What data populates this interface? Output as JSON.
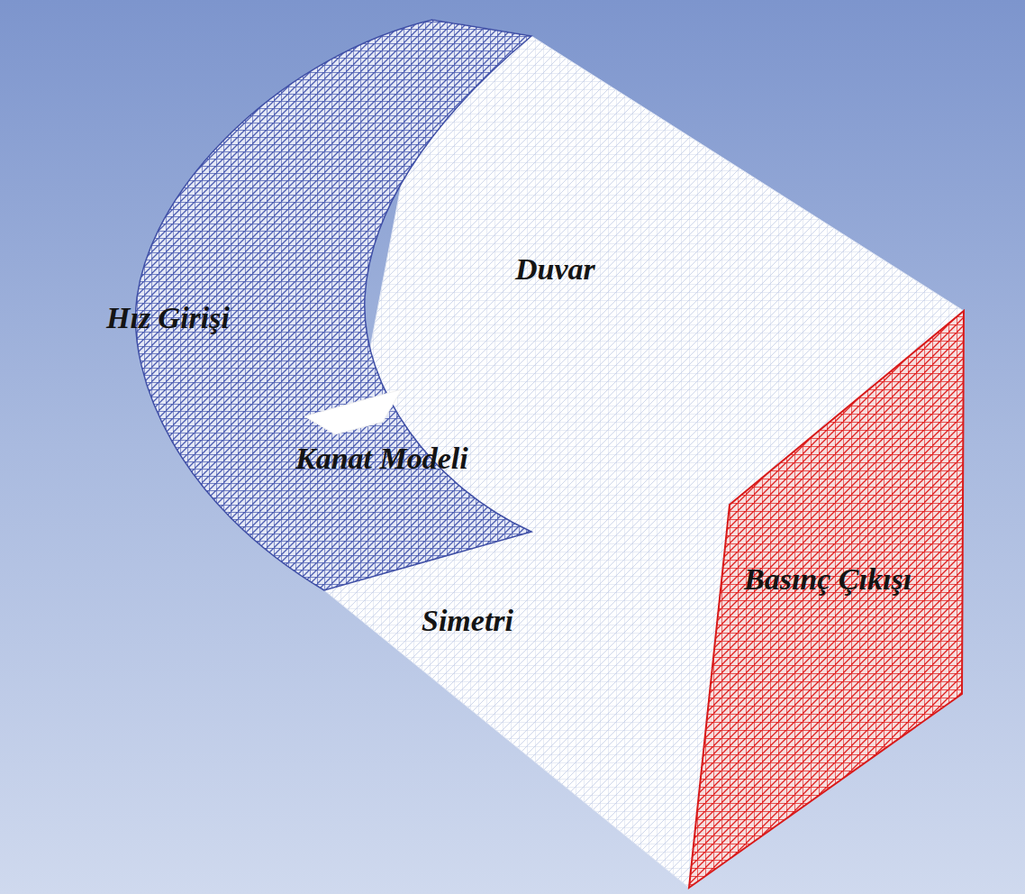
{
  "diagram": {
    "labels": [
      "Hız Girişi",
      "Duvar",
      "Kanat Modeli",
      "Simetri",
      "Basınç Çıkışı"
    ]
  }
}
